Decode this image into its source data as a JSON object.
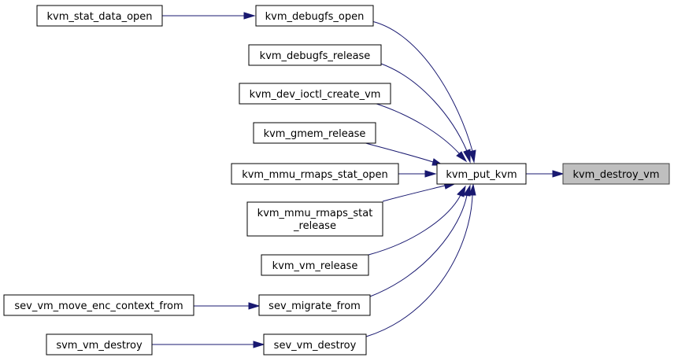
{
  "diagram": {
    "nodes": {
      "kvm_stat_data_open": "kvm_stat_data_open",
      "kvm_debugfs_open": "kvm_debugfs_open",
      "kvm_debugfs_release": "kvm_debugfs_release",
      "kvm_dev_ioctl_create_vm": "kvm_dev_ioctl_create_vm",
      "kvm_gmem_release": "kvm_gmem_release",
      "kvm_mmu_rmaps_stat_open": "kvm_mmu_rmaps_stat_open",
      "kvm_mmu_rmaps_stat_release_line1": "kvm_mmu_rmaps_stat",
      "kvm_mmu_rmaps_stat_release_line2": "_release",
      "kvm_vm_release": "kvm_vm_release",
      "sev_vm_move_enc_context_from": "sev_vm_move_enc_context_from",
      "sev_migrate_from": "sev_migrate_from",
      "svm_vm_destroy": "svm_vm_destroy",
      "sev_vm_destroy": "sev_vm_destroy",
      "kvm_put_kvm": "kvm_put_kvm",
      "kvm_destroy_vm": "kvm_destroy_vm"
    },
    "edges": [
      [
        "kvm_stat_data_open",
        "kvm_debugfs_open"
      ],
      [
        "kvm_debugfs_open",
        "kvm_put_kvm"
      ],
      [
        "kvm_debugfs_release",
        "kvm_put_kvm"
      ],
      [
        "kvm_dev_ioctl_create_vm",
        "kvm_put_kvm"
      ],
      [
        "kvm_gmem_release",
        "kvm_put_kvm"
      ],
      [
        "kvm_mmu_rmaps_stat_open",
        "kvm_put_kvm"
      ],
      [
        "kvm_mmu_rmaps_stat_release",
        "kvm_put_kvm"
      ],
      [
        "kvm_vm_release",
        "kvm_put_kvm"
      ],
      [
        "sev_vm_move_enc_context_from",
        "sev_migrate_from"
      ],
      [
        "sev_migrate_from",
        "kvm_put_kvm"
      ],
      [
        "svm_vm_destroy",
        "sev_vm_destroy"
      ],
      [
        "sev_vm_destroy",
        "kvm_put_kvm"
      ],
      [
        "kvm_put_kvm",
        "kvm_destroy_vm"
      ]
    ],
    "colors": {
      "edge": "#191970",
      "current_node_fill": "#bfbfbf",
      "node_border": "#000000"
    },
    "current_node": "kvm_destroy_vm"
  }
}
